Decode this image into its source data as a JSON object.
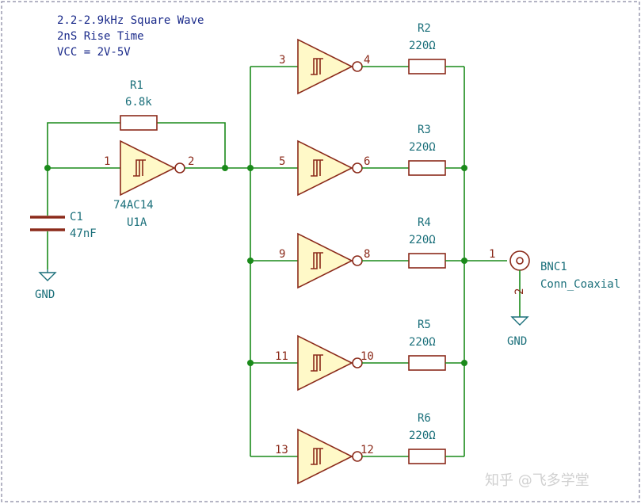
{
  "notes": [
    "2.2-2.9kHz Square Wave",
    "2nS Rise Time",
    "VCC = 2V-5V"
  ],
  "r1": {
    "ref": "R1",
    "value": "6.8k"
  },
  "c1": {
    "ref": "C1",
    "value": "47nF"
  },
  "u1a": {
    "part": "74AC14",
    "ref": "U1A",
    "pin_in": "1",
    "pin_out": "2"
  },
  "buffers": [
    {
      "pin_in": "3",
      "pin_out": "4",
      "res_ref": "R2",
      "res_value": "220Ω"
    },
    {
      "pin_in": "5",
      "pin_out": "6",
      "res_ref": "R3",
      "res_value": "220Ω"
    },
    {
      "pin_in": "9",
      "pin_out": "8",
      "res_ref": "R4",
      "res_value": "220Ω"
    },
    {
      "pin_in": "11",
      "pin_out": "10",
      "res_ref": "R5",
      "res_value": "220Ω"
    },
    {
      "pin_in": "13",
      "pin_out": "12",
      "res_ref": "R6",
      "res_value": "220Ω"
    }
  ],
  "bnc": {
    "ref": "BNC1",
    "value": "Conn_Coaxial",
    "pin1": "1",
    "pin2": "2"
  },
  "gnd_label": "GND",
  "watermark": "知乎 @飞多学堂"
}
